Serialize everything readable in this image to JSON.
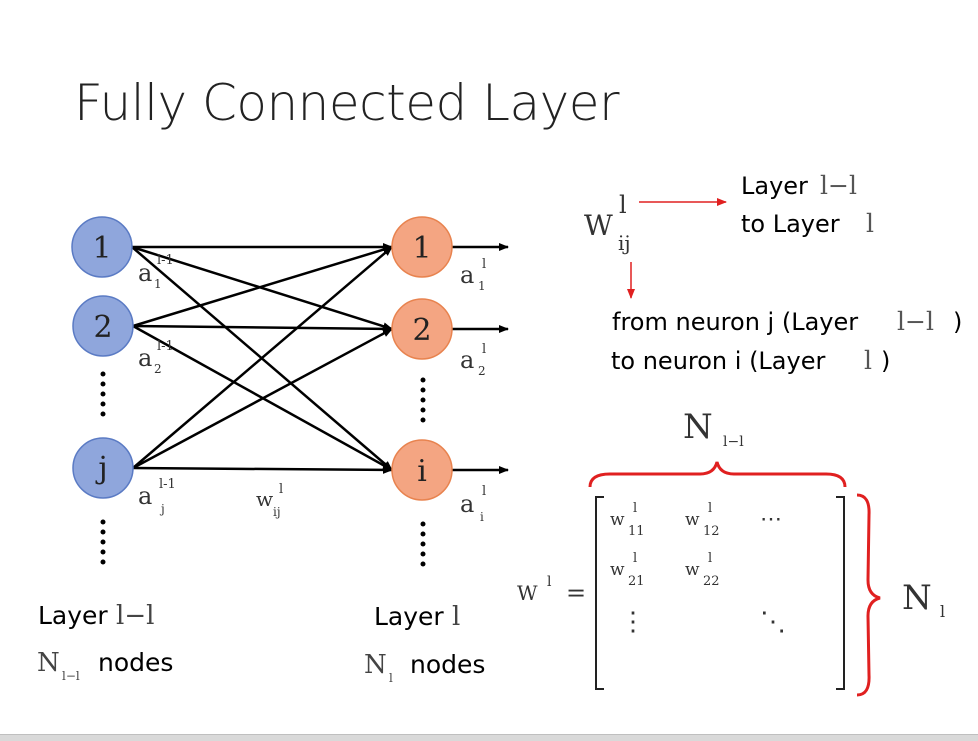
{
  "title": "Fully Connected Layer",
  "colors": {
    "input_node_fill": "#8fa6dc",
    "input_node_stroke": "#5b7bc4",
    "output_node_fill": "#f4a582",
    "output_node_stroke": "#e8834f",
    "annotation_red": "#e02020",
    "edge": "#000000"
  },
  "input_layer": {
    "nodes": [
      {
        "label": "1",
        "activation": {
          "base": "a",
          "sub": "1",
          "sup": "l-1"
        }
      },
      {
        "label": "2",
        "activation": {
          "base": "a",
          "sub": "2",
          "sup": "l-1"
        }
      },
      {
        "label": "j",
        "activation": {
          "base": "a",
          "sub": "j",
          "sup": "l-1"
        }
      }
    ],
    "caption_line1": "Layer",
    "caption_math": "l−l",
    "caption_count_base": "N",
    "caption_count_sub": "l−l",
    "caption_count_suffix": "nodes"
  },
  "output_layer": {
    "nodes": [
      {
        "label": "1",
        "activation": {
          "base": "a",
          "sub": "1",
          "sup": "l"
        }
      },
      {
        "label": "2",
        "activation": {
          "base": "a",
          "sub": "2",
          "sup": "l"
        }
      },
      {
        "label": "i",
        "activation": {
          "base": "a",
          "sub": "i",
          "sup": "l"
        }
      }
    ],
    "caption_line1": "Layer",
    "caption_math": "l",
    "caption_count_base": "N",
    "caption_count_sub": "l",
    "caption_count_suffix": "nodes"
  },
  "edge_weight_label": {
    "base": "w",
    "sub": "ij",
    "sup": "l"
  },
  "weight_notation": {
    "symbol": {
      "base": "W",
      "sub": "ij",
      "sup": "l"
    },
    "layer_note_line1": "Layer",
    "layer_note_math1": "l−l",
    "layer_note_line2": "to Layer",
    "layer_note_math2": "l",
    "neuron_note_line1": "from neuron j  (Layer",
    "neuron_note_math1": "l−l",
    "neuron_note_line1_end": ")",
    "neuron_note_line2": "to neuron i   (Layer",
    "neuron_note_math2": "l",
    "neuron_note_line2_end": ")"
  },
  "matrix": {
    "lhs_base": "W",
    "lhs_sup": "l",
    "equals": "=",
    "entries": [
      {
        "base": "w",
        "sub": "11",
        "sup": "l"
      },
      {
        "base": "w",
        "sub": "12",
        "sup": "l"
      },
      {
        "base": "w",
        "sub": "21",
        "sup": "l"
      },
      {
        "base": "w",
        "sub": "22",
        "sup": "l"
      }
    ],
    "hdots": "⋯",
    "vdots": "⋮",
    "ddots": "⋱",
    "cols_label_base": "N",
    "cols_label_sub": "l−l",
    "rows_label_base": "N",
    "rows_label_sub": "l"
  }
}
